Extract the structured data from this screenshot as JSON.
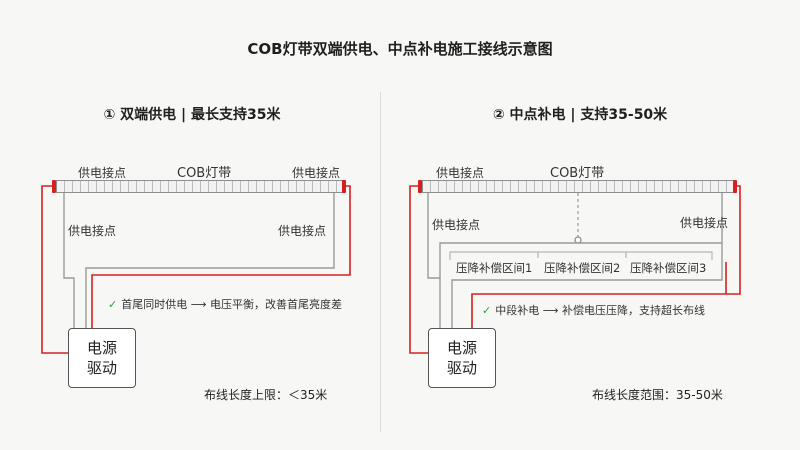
{
  "title": "COB灯带双端供电、中点补电施工接线示意图",
  "colors": {
    "wire_red": "#d62020",
    "wire_gray": "#9a9a9a",
    "check_green": "#2e9d3a"
  },
  "left": {
    "heading": "① 双端供电 | 最长支持35米",
    "strip_label": "COB灯带",
    "contact_top_left": "供电接点",
    "contact_top_right": "供电接点",
    "contact_mid_left": "供电接点",
    "contact_mid_right": "供电接点",
    "note": "首尾同时供电 ⟶ 电压平衡，改善首尾亮度差",
    "driver_label": "电源\n驱动",
    "length": "布线长度上限：＜35米"
  },
  "right": {
    "heading": "② 中点补电 | 支持35-50米",
    "strip_label": "COB灯带",
    "contact_top_left": "供电接点",
    "contact_mid_left": "供电接点",
    "contact_mid_right": "供电接点",
    "zones": [
      "压降补偿区间1",
      "压降补偿区间2",
      "压降补偿区间3"
    ],
    "note": "中段补电 ⟶ 补偿电压压降，支持超长布线",
    "driver_label": "电源\n驱动",
    "length": "布线长度范围：35-50米"
  },
  "icons": {
    "check": "check-icon"
  }
}
